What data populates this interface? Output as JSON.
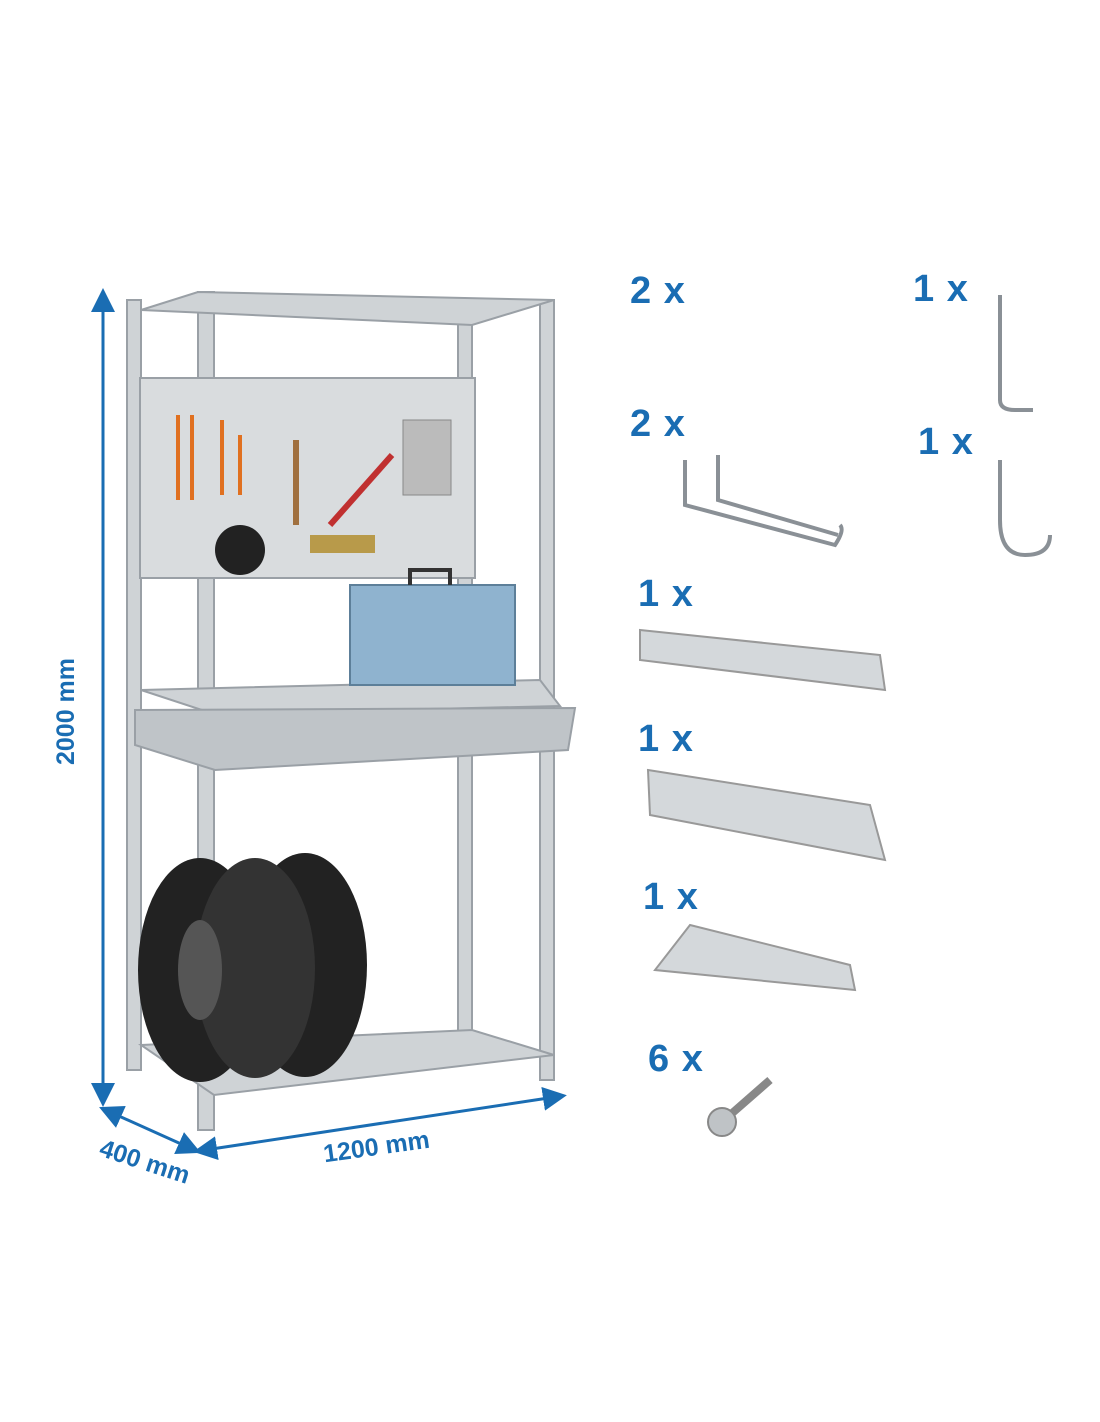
{
  "dimensions": {
    "height": "2000 mm",
    "depth": "400 mm",
    "width": "1200 mm"
  },
  "accessories": [
    {
      "name": "double-hook",
      "quantity": "2 x"
    },
    {
      "name": "long-hook",
      "quantity": "1 x"
    },
    {
      "name": "double-u-hook",
      "quantity": "2 x"
    },
    {
      "name": "curved-hook",
      "quantity": "1 x"
    },
    {
      "name": "screwdriver-holder-small",
      "quantity": "1 x"
    },
    {
      "name": "screwdriver-holder-large",
      "quantity": "1 x"
    },
    {
      "name": "tool-tray",
      "quantity": "1 x"
    },
    {
      "name": "screw",
      "quantity": "6 x"
    }
  ],
  "colors": {
    "accent": "#1a6db3",
    "metal": "#c8ccd0"
  }
}
